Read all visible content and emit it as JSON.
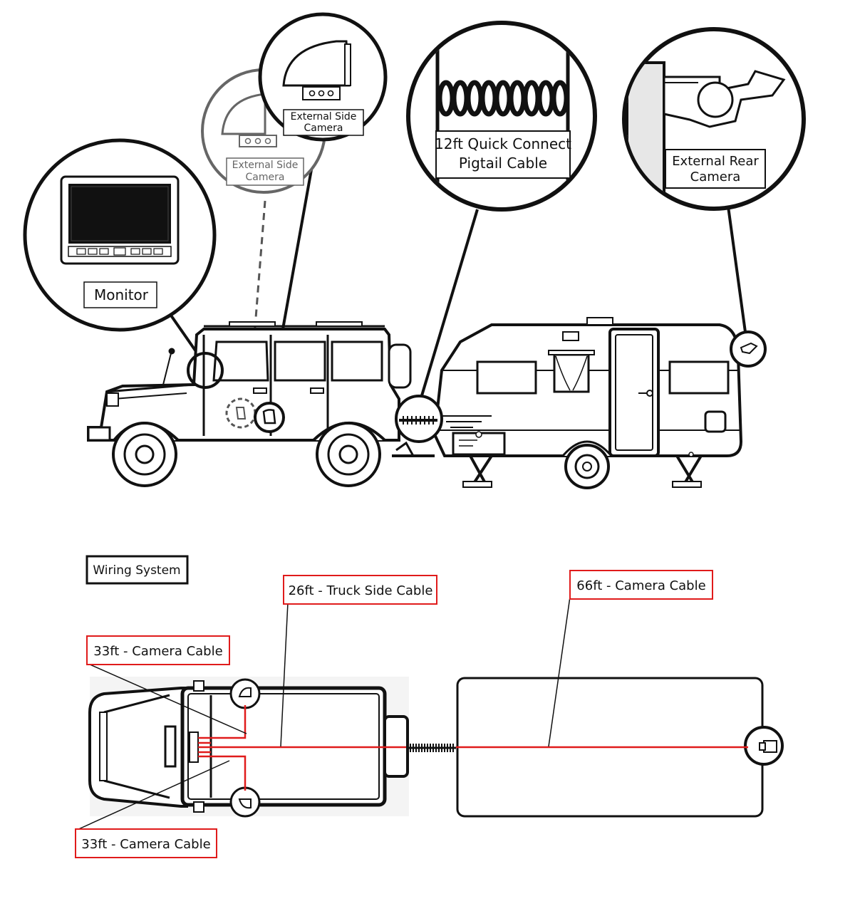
{
  "callouts": {
    "monitor": "Monitor",
    "side_camera_front": [
      "External Side",
      "Camera"
    ],
    "side_camera_back": [
      "External Side",
      "Camera"
    ],
    "pigtail": [
      "12ft Quick Connect",
      "Pigtail Cable"
    ],
    "rear_camera": [
      "External Rear",
      "Camera"
    ]
  },
  "wiring": {
    "title": "Wiring System",
    "truck_side_cable": "26ft - Truck Side Cable",
    "camera_cable_66": "66ft - Camera Cable",
    "camera_cable_33_top": "33ft - Camera Cable",
    "camera_cable_33_bottom": "33ft - Camera Cable"
  },
  "colors": {
    "line": "#111111",
    "cable": "#e01b1b",
    "ghost": "#666666"
  }
}
